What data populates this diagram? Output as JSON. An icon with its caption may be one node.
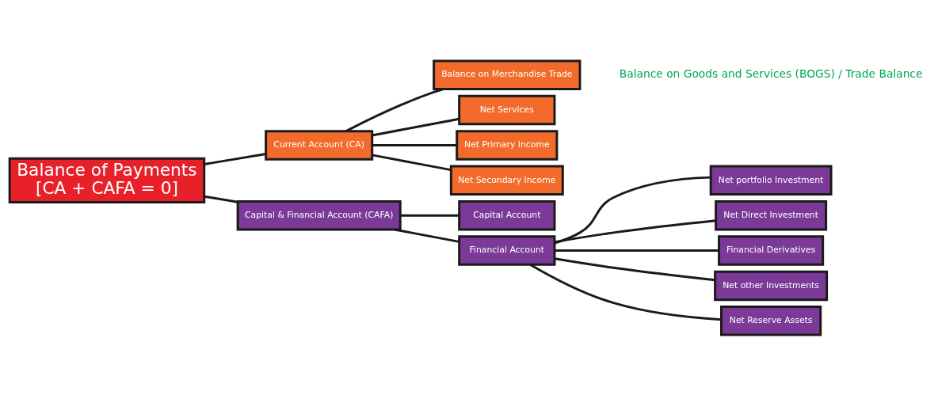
{
  "diagram": {
    "nodes": [
      {
        "text": [
          "Balance of Payments",
          "[CA + CAFA = 0]"
        ]
      },
      {
        "text": [
          "Current Account (CA)"
        ]
      },
      {
        "text": [
          "Balance on Merchandise Trade"
        ]
      },
      {
        "text": [
          "Net Services"
        ]
      },
      {
        "text": [
          "Net Primary Income"
        ]
      },
      {
        "text": [
          "Net Secondary Income"
        ]
      },
      {
        "text": [
          "Capital & Financial Account (CAFA)"
        ]
      },
      {
        "text": [
          "Capital Account"
        ]
      },
      {
        "text": [
          "Financial Account"
        ]
      },
      {
        "text": [
          "Net portfolio Investment"
        ]
      },
      {
        "text": [
          "Net Direct Investment"
        ]
      },
      {
        "text": [
          "Financial Derivatives"
        ]
      },
      {
        "text": [
          "Net other Investments"
        ]
      },
      {
        "text": [
          "Net Reserve Assets"
        ]
      }
    ],
    "edges": [
      {
        "from": 0,
        "to": 1,
        "arrow": "none"
      },
      {
        "from": 1,
        "to": 2,
        "arrow": "none"
      },
      {
        "from": 1,
        "to": 3,
        "arrow": "none"
      },
      {
        "from": 1,
        "to": 4,
        "arrow": "none"
      },
      {
        "from": 1,
        "to": 5,
        "arrow": "none"
      },
      {
        "from": 0,
        "to": 6,
        "arrow": "none"
      },
      {
        "from": 6,
        "to": 7,
        "arrow": "none"
      },
      {
        "from": 6,
        "to": 8,
        "arrow": "none"
      },
      {
        "from": 8,
        "to": 9,
        "arrow": "none"
      },
      {
        "from": 8,
        "to": 10,
        "arrow": "none"
      },
      {
        "from": 8,
        "to": 11,
        "arrow": "none"
      },
      {
        "from": 8,
        "to": 12,
        "arrow": "none"
      },
      {
        "from": 8,
        "to": 13,
        "arrow": "none"
      }
    ],
    "labels": [
      "Balance on Goods and Services (BOGS) / Trade Balance"
    ]
  }
}
